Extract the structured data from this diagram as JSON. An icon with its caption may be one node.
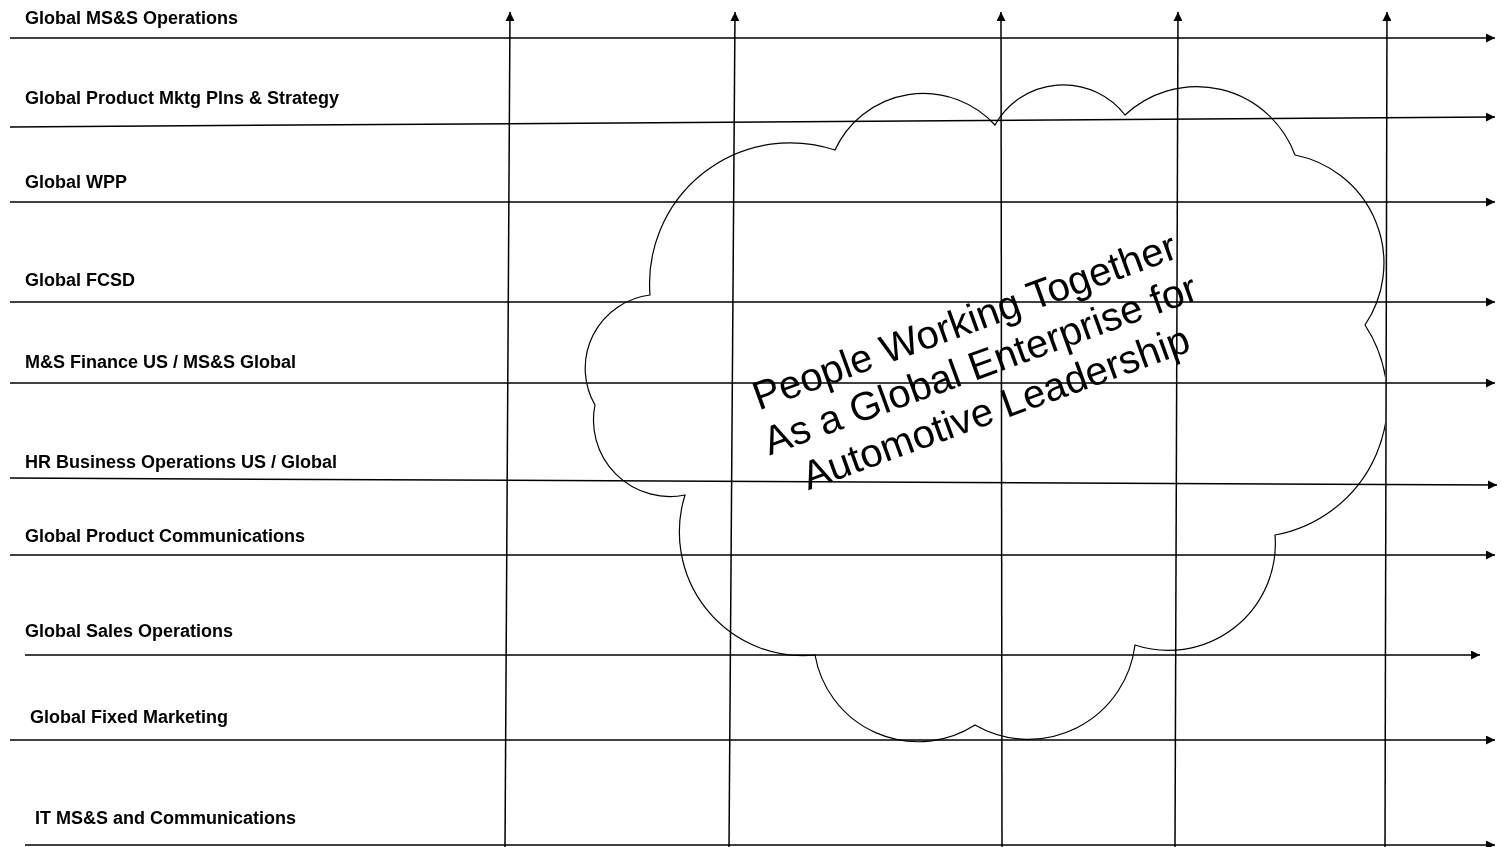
{
  "diagram": {
    "nodes": [
      {
        "text": [
          "People Working Together As a Global Enterprise for Automotive Leadership"
        ]
      }
    ],
    "edges": [],
    "labels": [
      "Global MS&S Operations",
      "Global Product Mktg Plns & Strategy",
      "Global WPP",
      "Global FCSD",
      "M&S Finance US / MS&S Global",
      "HR Business Operations US / Global",
      "Global Product Communications",
      "Global Sales Operations",
      "Global Fixed Marketing",
      "IT MS&S and Communications"
    ]
  }
}
